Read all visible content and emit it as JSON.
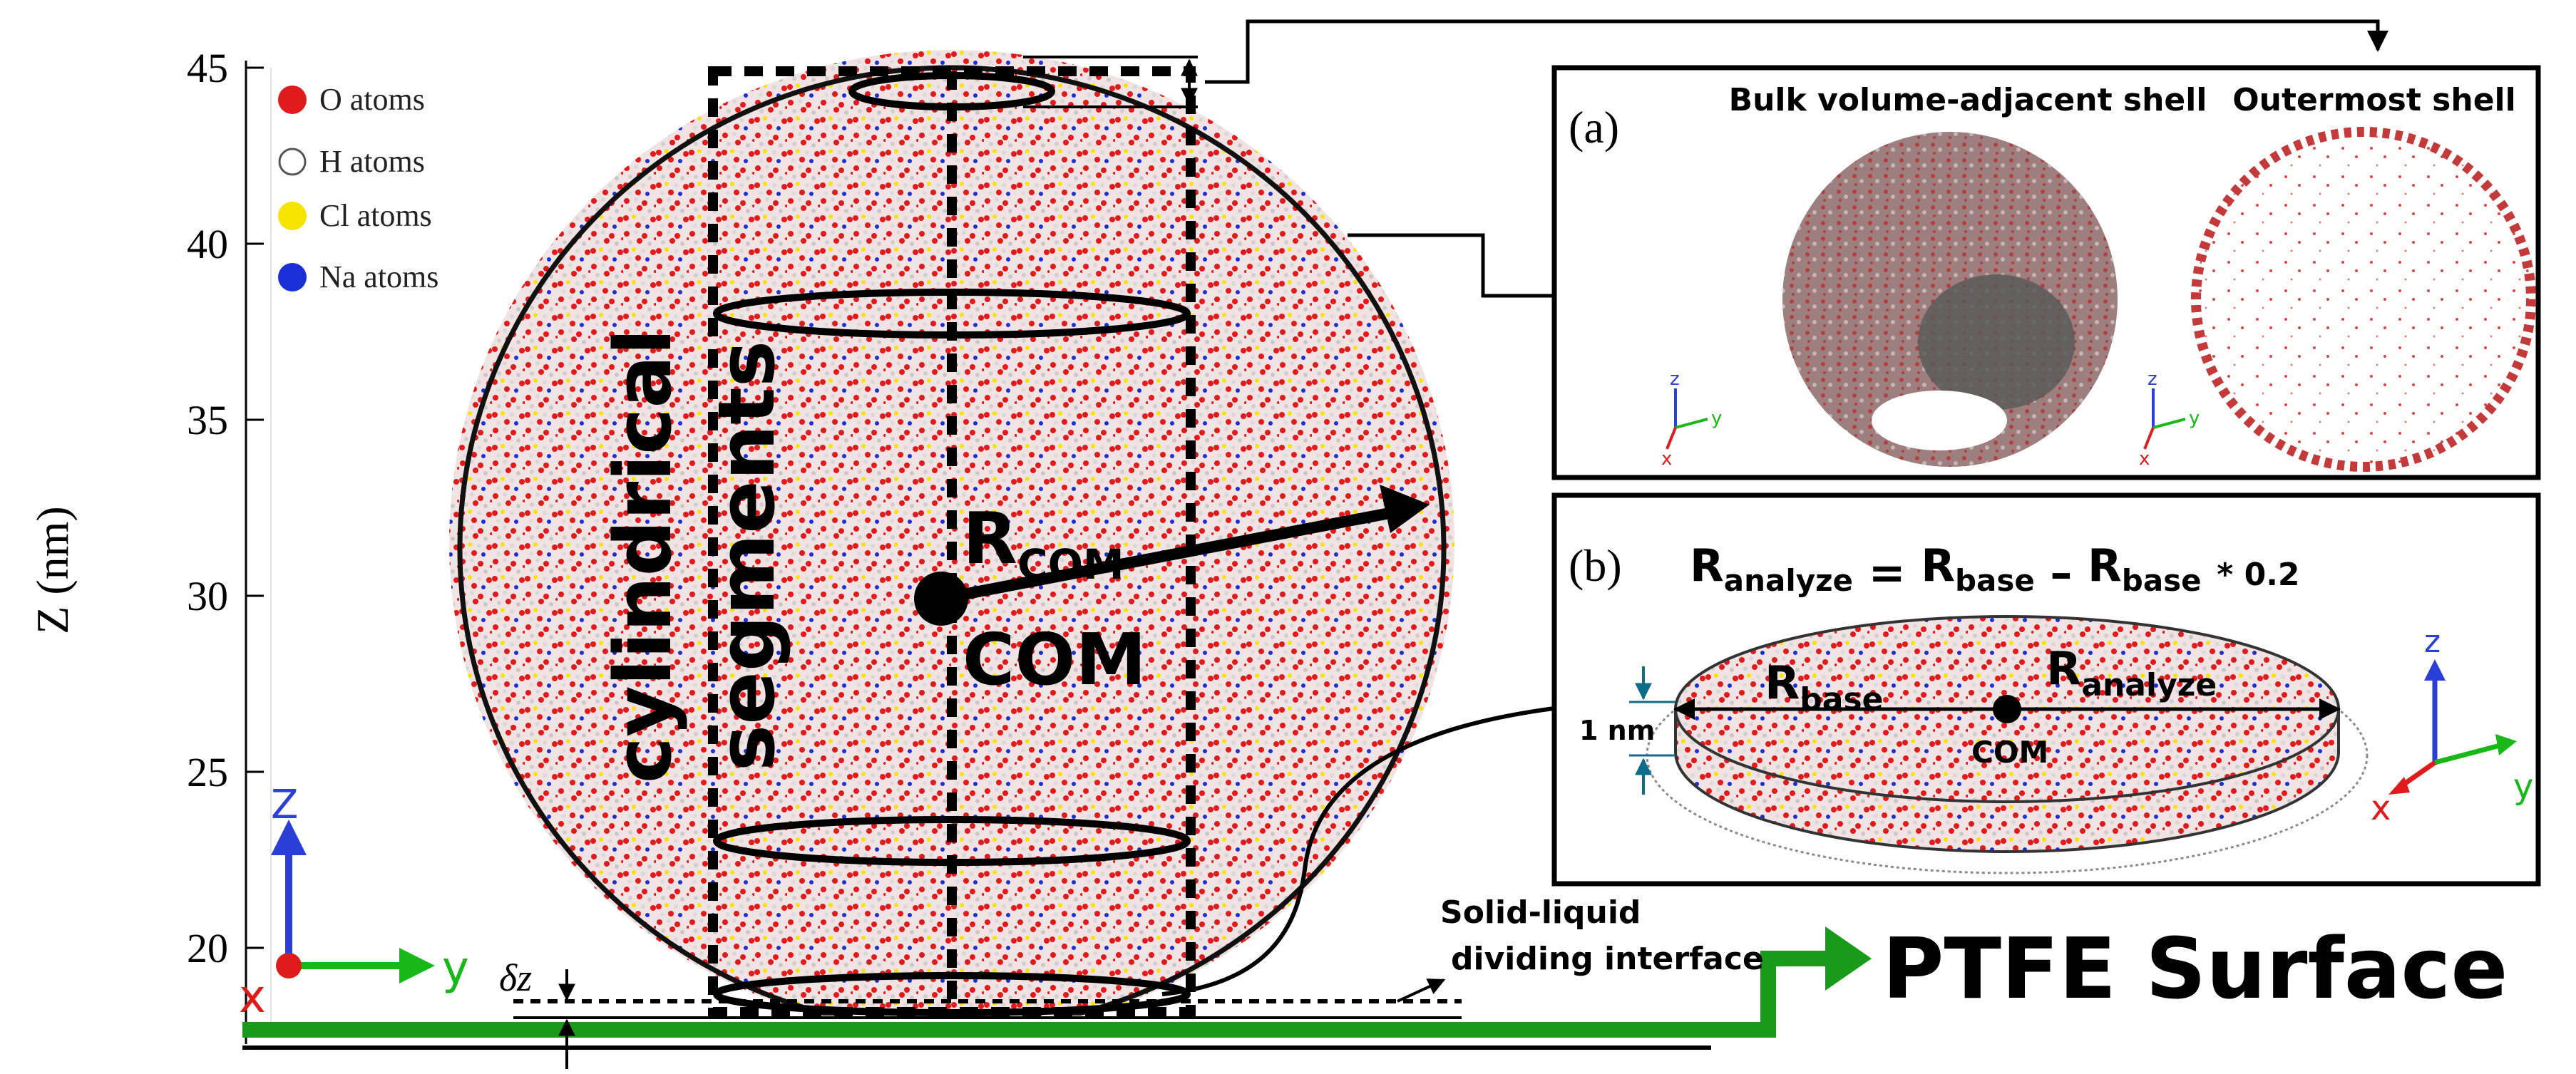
{
  "axis": {
    "label": "Z (nm)",
    "ticks": [
      "45",
      "40",
      "35",
      "30",
      "25",
      "20"
    ]
  },
  "legend": {
    "items": [
      {
        "label": "O atoms",
        "color": "#e11b1b"
      },
      {
        "label": "H atoms",
        "color": "#ffffff"
      },
      {
        "label": "Cl atoms",
        "color": "#f4e400"
      },
      {
        "label": "Na atoms",
        "color": "#1b2fd6"
      }
    ]
  },
  "droplet": {
    "segments_label_1": "cylindrical",
    "segments_label_2": "segments",
    "radius_label": "R",
    "radius_sub": "COM",
    "center_label": "COM"
  },
  "axes_triad_main": {
    "z": "Z",
    "y": "y",
    "x": "x"
  },
  "delta_label": "δz",
  "interface_label_1": "Solid-liquid",
  "interface_label_2": "dividing interface",
  "surface_label": "PTFE Surface",
  "panel_a": {
    "tag": "(a)",
    "left_title": "Bulk volume-adjacent shell",
    "right_title": "Outermost shell",
    "triad": {
      "z": "z",
      "y": "y",
      "x": "x"
    }
  },
  "panel_b": {
    "tag": "(b)",
    "formula": {
      "r1": "R",
      "r1_sub": "analyze",
      "eq": "=",
      "r2": "R",
      "r2_sub": "base",
      "minus": "–",
      "r3": "R",
      "r3_sub": "base",
      "factor": "* 0.2"
    },
    "base_label": "R",
    "base_sub": "base",
    "analyze_label": "R",
    "analyze_sub": "analyze",
    "center_label": "COM",
    "thickness_label": "1 nm",
    "triad": {
      "z": "z",
      "y": "y",
      "x": "x"
    }
  },
  "colors": {
    "surface": "#1a9a1a",
    "triad_z": "#2b3fd6",
    "triad_y": "#17b817",
    "triad_x": "#e01b1b",
    "dim_arrow": "#0c6d8a"
  }
}
